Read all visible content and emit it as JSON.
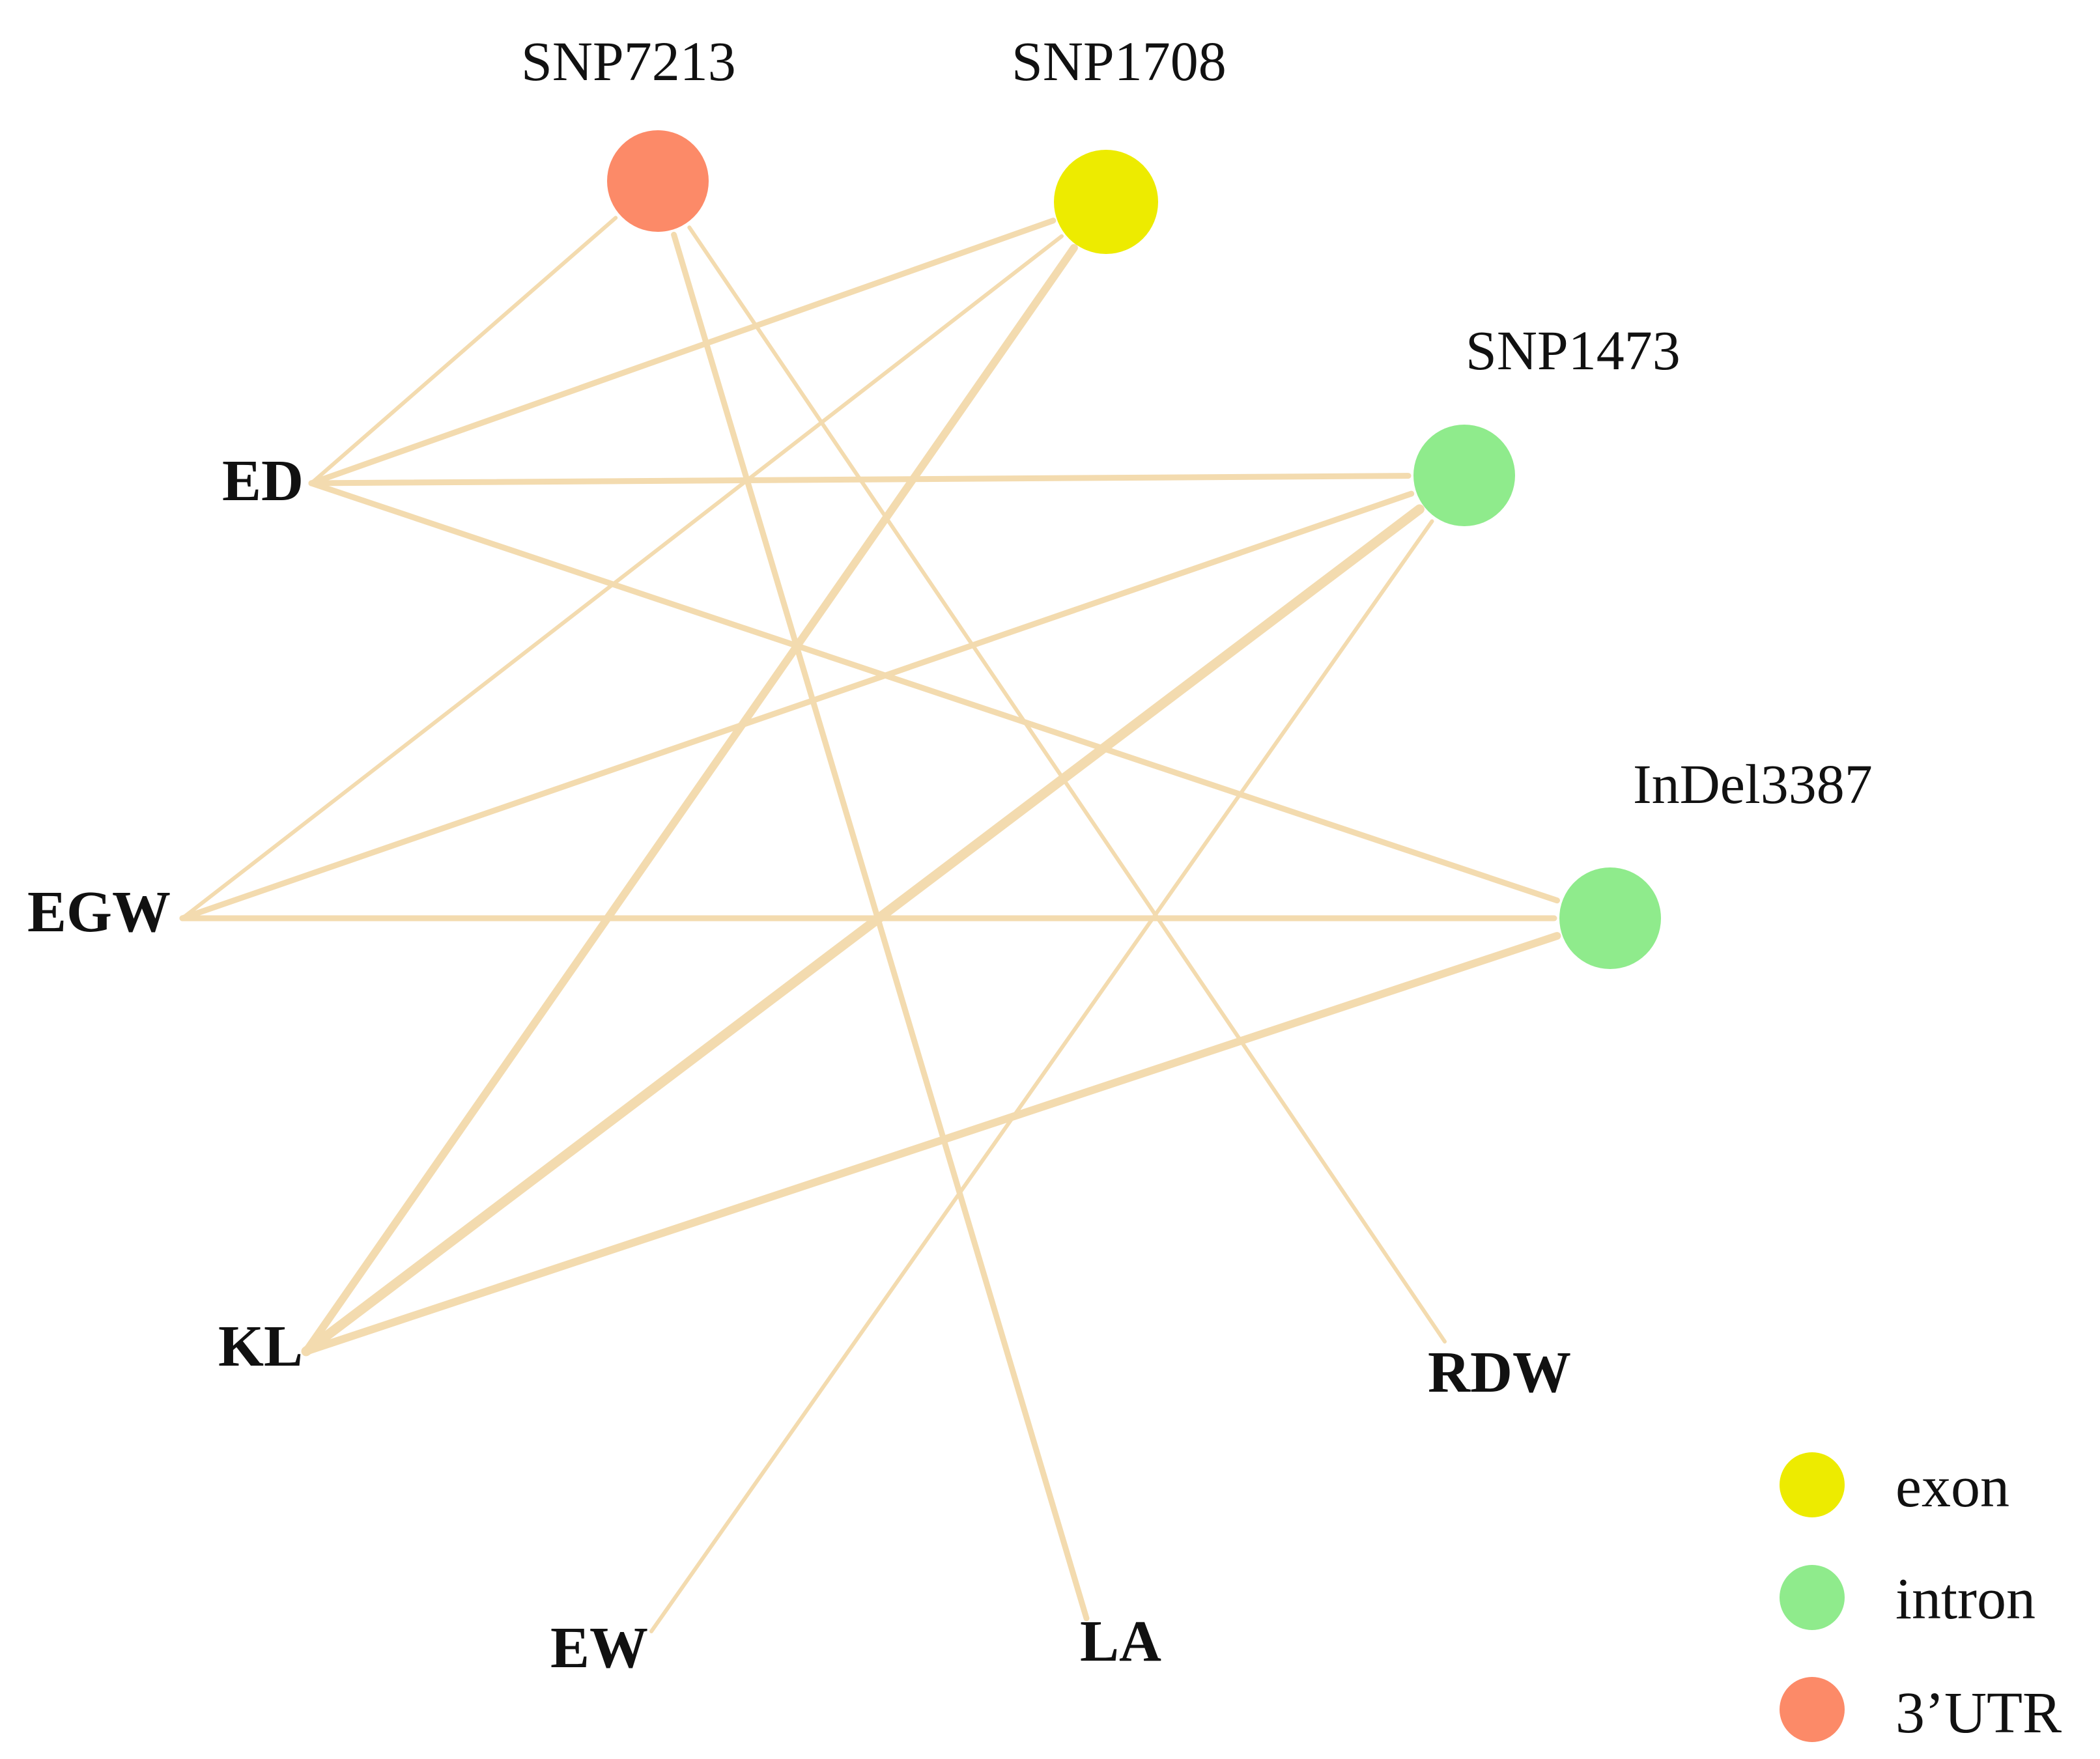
{
  "colors": {
    "edge": "#F3DBAF",
    "exon": "#EDEB00",
    "intron": "#8FEB8C",
    "utr3": "#FC8A68"
  },
  "variants": [
    {
      "id": "snp7213",
      "label": "SNP7213",
      "category": "3'UTR",
      "color": "#FC8A68"
    },
    {
      "id": "snp1708",
      "label": "SNP1708",
      "category": "exon",
      "color": "#EDEB00"
    },
    {
      "id": "snp1473",
      "label": "SNP1473",
      "category": "intron",
      "color": "#8FEB8C"
    },
    {
      "id": "indel3387",
      "label": "InDel3387",
      "category": "intron",
      "color": "#8FEB8C"
    }
  ],
  "traits": [
    {
      "id": "ed",
      "label": "ED"
    },
    {
      "id": "egw",
      "label": "EGW"
    },
    {
      "id": "kl",
      "label": "KL"
    },
    {
      "id": "ew",
      "label": "EW"
    },
    {
      "id": "la",
      "label": "LA"
    },
    {
      "id": "rdw",
      "label": "RDW"
    }
  ],
  "edges": [
    {
      "from": "snp7213",
      "to": "ed",
      "weight": 1
    },
    {
      "from": "snp7213",
      "to": "la",
      "weight": 2
    },
    {
      "from": "snp7213",
      "to": "rdw",
      "weight": 1
    },
    {
      "from": "snp1708",
      "to": "ed",
      "weight": 2
    },
    {
      "from": "snp1708",
      "to": "egw",
      "weight": 1
    },
    {
      "from": "snp1708",
      "to": "kl",
      "weight": 3
    },
    {
      "from": "snp1473",
      "to": "ed",
      "weight": 2
    },
    {
      "from": "snp1473",
      "to": "egw",
      "weight": 2
    },
    {
      "from": "snp1473",
      "to": "kl",
      "weight": 4
    },
    {
      "from": "snp1473",
      "to": "ew",
      "weight": 1
    },
    {
      "from": "indel3387",
      "to": "ed",
      "weight": 2
    },
    {
      "from": "indel3387",
      "to": "egw",
      "weight": 2
    },
    {
      "from": "indel3387",
      "to": "kl",
      "weight": 3
    }
  ],
  "legend": [
    {
      "label": "exon",
      "color": "#EDEB00"
    },
    {
      "label": "intron",
      "color": "#8FEB8C"
    },
    {
      "label": "3’UTR",
      "color": "#FC8A68"
    }
  ]
}
